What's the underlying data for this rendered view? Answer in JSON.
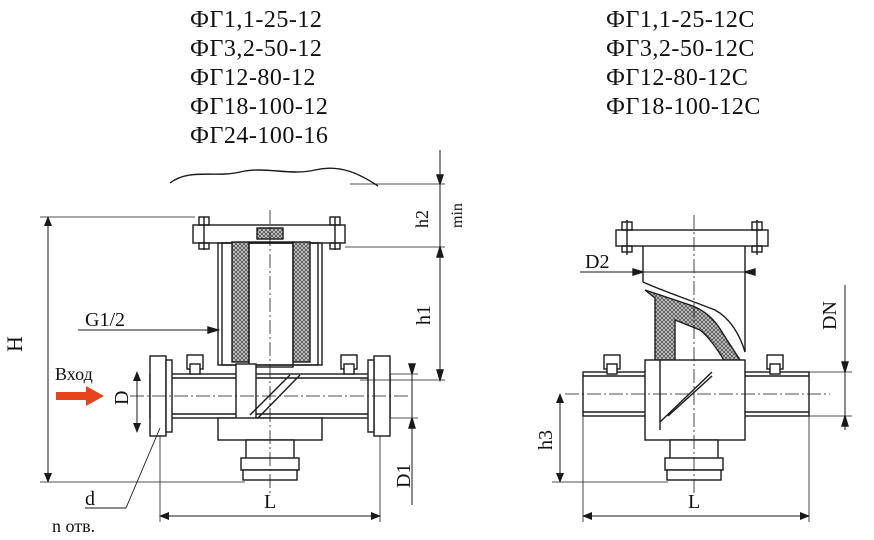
{
  "models": {
    "left": [
      "ФГ1,1-25-12",
      "ФГ3,2-50-12",
      "ФГ12-80-12",
      "ФГ18-100-12",
      "ФГ24-100-16"
    ],
    "right": [
      "ФГ1,1-25-12С",
      "ФГ3,2-50-12С",
      "ФГ12-80-12С",
      "ФГ18-100-12С"
    ]
  },
  "dimensions": {
    "H": "H",
    "h1": "h1",
    "h2": "h2",
    "min": "min",
    "g12": "G1/2",
    "D": "D",
    "D1": "D1",
    "L_left": "L",
    "d": "d",
    "n_holes": "n отв.",
    "D2": "D2",
    "DN": "DN",
    "h3": "h3",
    "L_right": "L"
  },
  "inlet_label": "Вход",
  "colors": {
    "line": "#1a1a1a",
    "arrow": "#e8421b",
    "mesh_fill": "#9a9a9a"
  }
}
